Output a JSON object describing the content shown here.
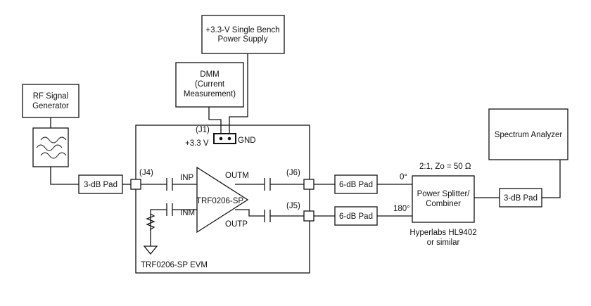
{
  "blocks": {
    "power_supply": [
      "+3.3-V Single Bench",
      "Power Supply"
    ],
    "dmm": [
      "DMM",
      "(Current",
      "Measurement)"
    ],
    "rf_generator": [
      "RF Signal",
      "Generator"
    ],
    "spectrum_analyzer": "Spectrum Analyzer",
    "pad_3db_in": "3-dB Pad",
    "pad_6db_top": "6-dB Pad",
    "pad_6db_bottom": "6-dB Pad",
    "pad_3db_out": "3-dB Pad",
    "splitter": [
      "Power Splitter/",
      "Combiner"
    ]
  },
  "labels": {
    "j1": "(J1)",
    "supply_pin": "+3.3 V",
    "gnd": "GND",
    "j4": "(J4)",
    "j5": "(J5)",
    "j6": "(J6)",
    "inp": "INP",
    "inm": "INM",
    "outm": "OUTM",
    "outp": "OUTP",
    "amp": "TRF0206-SP",
    "evm": "TRF0206-SP EVM",
    "splitter_spec": "2:1, Zo = 50 Ω",
    "phase_0": "0°",
    "phase_180": "180°",
    "splitter_model": [
      "Hyperlabs HL9402",
      "or similar"
    ]
  },
  "colors": {
    "line": "#111111",
    "background": "#ffffff"
  }
}
